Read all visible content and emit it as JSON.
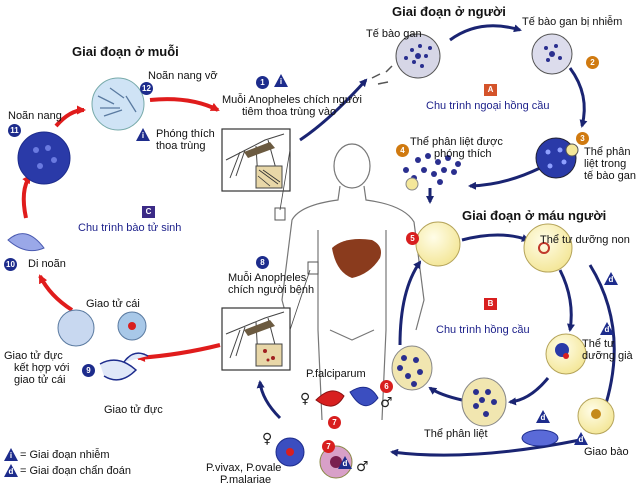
{
  "stages": {
    "mosquito": "Giai đoạn ở muỗi",
    "human": "Giai đoạn ở người",
    "human_blood": "Giai đoạn ở máu người"
  },
  "cycles": {
    "exo_erythrocytic": "Chu trình ngoại hồng cầu",
    "erythrocytic": "Chu trình hồng cầu",
    "sporogonic": "Chu trình bào tử sinh"
  },
  "cycle_tags": {
    "a": "A",
    "b": "B",
    "c": "C"
  },
  "labels": {
    "liver_cell": "Tế bào gan",
    "infected_liver_cell": "Tế bào gan bị nhiễm",
    "schizont_in_liver_1": "Thể phân",
    "schizont_in_liver_2": "liệt trong",
    "schizont_in_liver_3": "tế bào gan",
    "schizont_released_1": "Thể phân liệt được",
    "schizont_released_2": "phóng thích",
    "young_trophozoite": "Thể tư dưỡng non",
    "mature_trophozoite_1": "Thể tư",
    "mature_trophozoite_2": "dưỡng già",
    "schizont": "Thể phân liệt",
    "gametocyte": "Giao bào",
    "mosquito_bite_1": "Muỗi Anopheles chích người",
    "mosquito_bite_2": "tiêm thoa trùng vào",
    "mosquito_bite_patient_1": "Muỗi Anopheles",
    "mosquito_bite_patient_2": "chích người bệnh",
    "oocyst_ruptured": "Noãn nang vỡ",
    "sporozoite_release_1": "Phóng thích",
    "sporozoite_release_2": "thoa trùng",
    "oocyst": "Noãn nang",
    "ookinete": "Di noãn",
    "female_gamete": "Giao tử cái",
    "male_gamete_combine_1": "Giao tử đực",
    "male_gamete_combine_2": "kết hợp với",
    "male_gamete_combine_3": "giao tử cái",
    "male_gamete": "Giao tử đực",
    "p_falciparum": "P.falciparum",
    "p_other_1": "P.vivax, P.ovale",
    "p_other_2": "P.malariae"
  },
  "step_numbers": [
    "1",
    "2",
    "3",
    "4",
    "5",
    "6",
    "7",
    "8",
    "9",
    "10",
    "11",
    "12"
  ],
  "legend": {
    "infective_symbol": "i",
    "diagnostic_symbol": "d",
    "infective": "= Giai đoạn nhiễm",
    "diagnostic": "= Giai đoạn chẩn đoán"
  },
  "sex_symbols": {
    "female": "♀",
    "male": "♂"
  },
  "colors": {
    "arrow_dark": "#1a2472",
    "arrow_red": "#e01c1c",
    "cell_yellow": "#fff8c8",
    "parasite_blue": "#2a2f8f",
    "liver_brown": "#8a3b1d"
  }
}
